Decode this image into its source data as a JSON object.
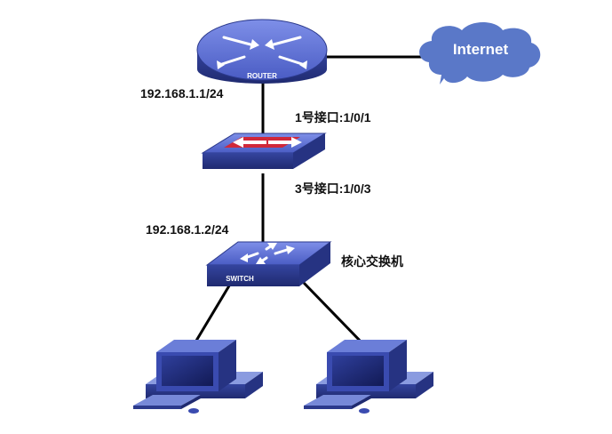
{
  "devices": {
    "router": {
      "label": "ROUTER"
    },
    "firewall": {
      "label": ""
    },
    "switch": {
      "label": "SWITCH"
    },
    "internet": {
      "label": "Internet"
    }
  },
  "annotations": {
    "router_ip": "192.168.1.1/24",
    "port_1": "1号接口:1/0/1",
    "port_3": "3号接口:1/0/3",
    "switch_ip": "192.168.1.2/24",
    "core_switch": "核心交换机"
  },
  "colors": {
    "device_top": "#5b6fd6",
    "device_side": "#2c3a8c",
    "cloud": "#5a78c8",
    "firewall_band": "#d0283a",
    "link": "#000000"
  }
}
